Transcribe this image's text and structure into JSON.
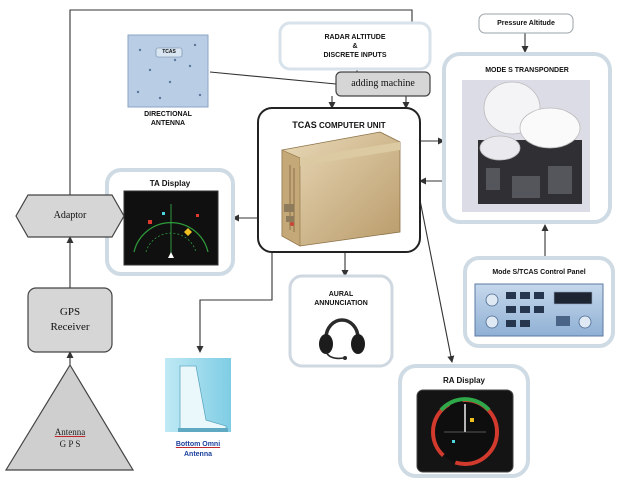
{
  "labels": {
    "pressure_altitude": "Pressure Altitude",
    "radar_altitude_line1": "RADAR ALTITUDE",
    "radar_altitude_line2": "&",
    "radar_altitude_line3": "DISCRETE INPUTS",
    "adding_machine": "adding machine",
    "directional_antenna_line1": "DIRECTIONAL",
    "directional_antenna_line2": "ANTENNA",
    "mode_s_transponder": "MODE S  TRANSPONDER",
    "tcas_computer_unit_a": "TCAS",
    "tcas_computer_unit_b": " COMPUTER UNIT",
    "ta_display": "TA Display",
    "adaptor": "Adaptor",
    "gps_receiver_line1": "GPS",
    "gps_receiver_line2": "Receiver",
    "mode_s_tcas_control_panel": "Mode S/TCAS Control Panel",
    "aural_annunciation_line1": "AURAL",
    "aural_annunciation_line2": "ANNUNCIATION",
    "bottom_omni_antenna_line1": "Bottom Omni",
    "bottom_omni_antenna_line2": "Antenna",
    "ra_display": "RA Display",
    "antenna_gps_line1": "Antenna",
    "antenna_gps_line2": "G  P  S",
    "antenna_panel_text": "TCAS"
  },
  "colors": {
    "arrow": "#333333",
    "box_glow": "#dfe8ef",
    "gray_box": "#d6d6d6",
    "label_blue": "#1a3f9c",
    "label_red": "#c0262b"
  }
}
